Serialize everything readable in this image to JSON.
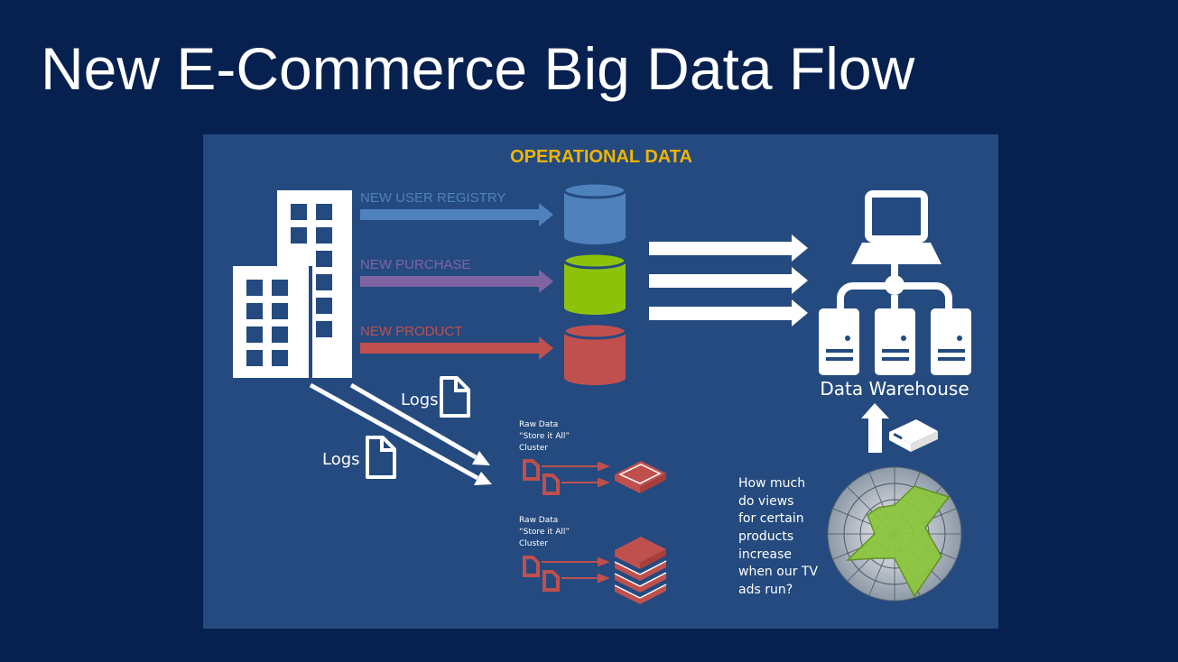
{
  "slide": {
    "title": "New E-Commerce Big Data Flow"
  },
  "diagram": {
    "header": "OPERATIONAL DATA",
    "streams": [
      {
        "label": "NEW USER REGISTRY",
        "color": "#4f81bd"
      },
      {
        "label": "NEW PURCHASE",
        "color": "#8064a2"
      },
      {
        "label": "NEW PRODUCT",
        "color": "#c0504d"
      }
    ],
    "db_colors": [
      "#4f81bd",
      "#8cc30a",
      "#c0504d"
    ],
    "warehouse_label": "Data Warehouse",
    "logs_label_1": "Logs",
    "logs_label_2": "Logs",
    "cluster_1": {
      "line1": "Raw Data",
      "line2": "“Store it All”",
      "line3": "Cluster"
    },
    "cluster_2": {
      "line1": "Raw Data",
      "line2": "“Store it All”",
      "line3": "Cluster"
    },
    "question_lines": [
      "How much",
      "do views",
      "for certain",
      "products",
      "increase",
      "when our TV",
      "ads run?"
    ],
    "header_color": "#f0b400",
    "radar_fill": "#8cc63f"
  }
}
